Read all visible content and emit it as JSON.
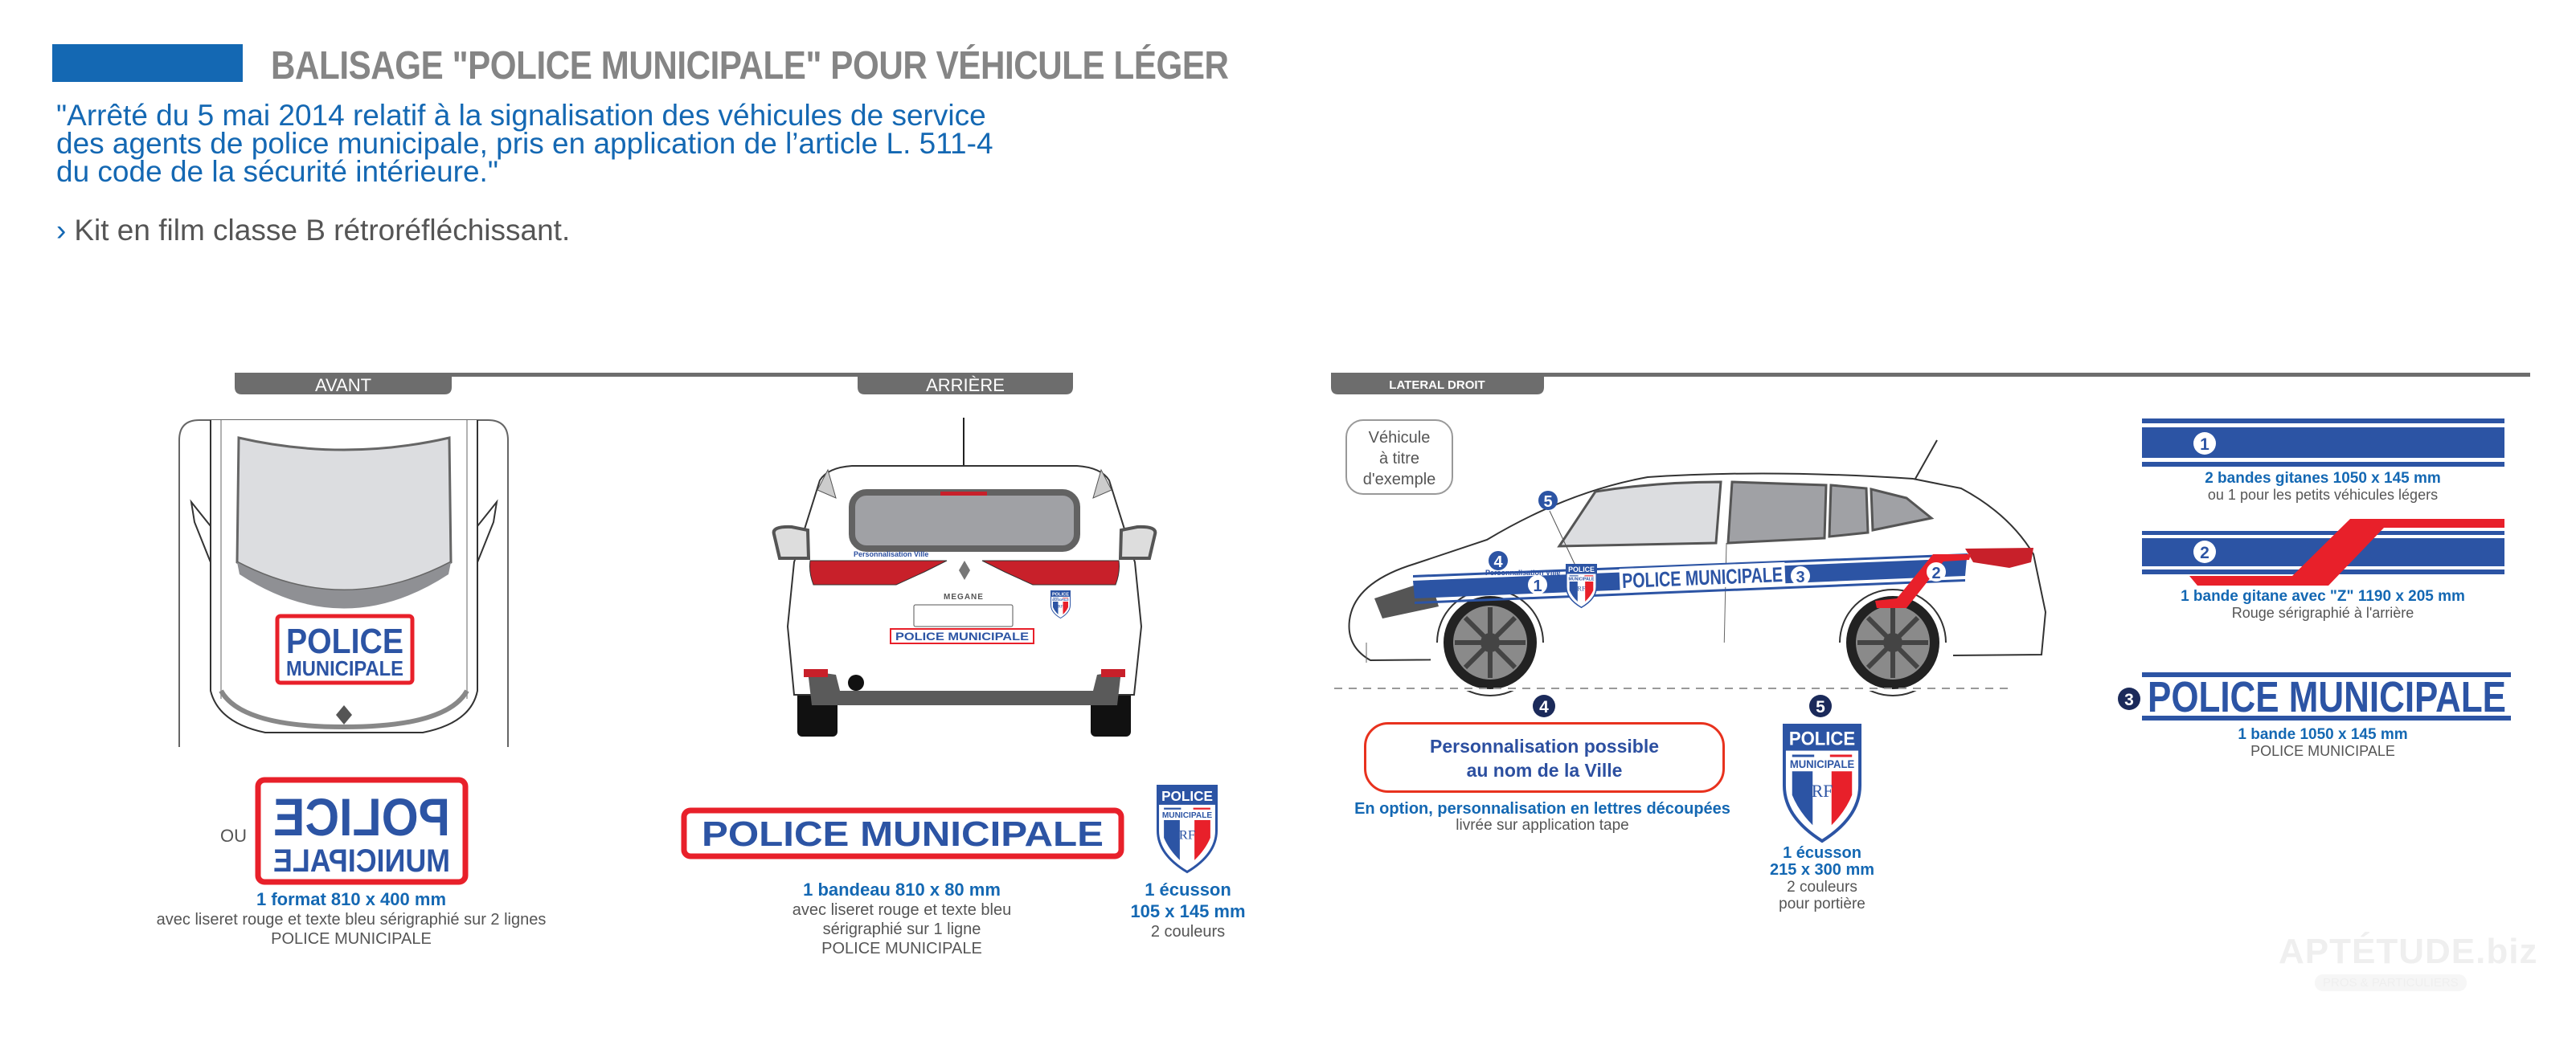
{
  "header": {
    "title": "BALISAGE \"POLICE MUNICIPALE\" POUR VÉHICULE LÉGER",
    "quote_lines": [
      "\"Arrêté du 5 mai 2014 relatif à la signalisation des véhicules de service",
      "des agents de police municipale, pris en application de l’article L. 511-4",
      "du code de la sécurité intérieure.\""
    ],
    "kit_marker": "›",
    "kit": "Kit en film classe B rétroréfléchissant."
  },
  "sections": {
    "front": "AVANT",
    "rear": "ARRIÈRE",
    "side": "LATERAL DROIT"
  },
  "sign": {
    "line1": "POLICE",
    "line2": "MUNICIPALE",
    "full": "POLICE MUNICIPALE"
  },
  "ecusson": {
    "police": "POLICE",
    "municipale": "MUNICIPALE",
    "rf": "RF"
  },
  "front": {
    "or_label": "OU",
    "caption_title": "1 format 810 x 400 mm",
    "caption_lines": [
      "avec liseret rouge et texte bleu sérigraphié sur 2 lignes",
      "POLICE MUNICIPALE"
    ]
  },
  "rear": {
    "model_badge": "MEGANE",
    "city_label": "Personnalisation Ville",
    "bandeau_title": "1 bandeau 810 x 80 mm",
    "bandeau_lines": [
      "avec liseret rouge et texte bleu",
      "sérigraphié sur 1 ligne",
      "POLICE MUNICIPALE"
    ],
    "ecusson_title": [
      "1 écusson",
      "105 x 145 mm"
    ],
    "ecusson_note": "2 couleurs"
  },
  "side": {
    "example_note": [
      "Véhicule",
      "à titre",
      "d'exemple"
    ],
    "city_label": "Personnalisation Ville",
    "markers": [
      "1",
      "2",
      "3",
      "4",
      "5"
    ]
  },
  "option4": {
    "marker": "4",
    "box_lines": [
      "Personnalisation possible",
      "au nom de la Ville"
    ],
    "caption_title": "En option, personnalisation en lettres découpées",
    "caption_note": "livrée sur application tape"
  },
  "ecusson5": {
    "marker": "5",
    "caption_title": [
      "1 écusson",
      "215 x 300 mm"
    ],
    "caption_lines": [
      "2 couleurs",
      "pour portière"
    ]
  },
  "bands": [
    {
      "marker": "1",
      "title": "2 bandes gitanes 1050 x 145 mm",
      "note": "ou 1 pour les petits véhicules légers"
    },
    {
      "marker": "2",
      "title": "1 bande gitane avec \"Z\" 1190 x 205 mm",
      "note": "Rouge sérigraphié à l'arrière"
    },
    {
      "marker": "3",
      "title": "1 bande 1050 x 145 mm",
      "note": "POLICE MUNICIPALE",
      "band_text": "POLICE MUNICIPALE"
    }
  ],
  "watermark": {
    "brand": "APTÉTUDE.biz",
    "tagline": "PROS & PARTICULIERS"
  },
  "colors": {
    "brand_blue": "#1468b3",
    "sign_blue": "#2c54a4",
    "sign_red": "#e8202a",
    "tab_gray": "#6d6d6d",
    "marker_navy": "#1b2a5a"
  }
}
